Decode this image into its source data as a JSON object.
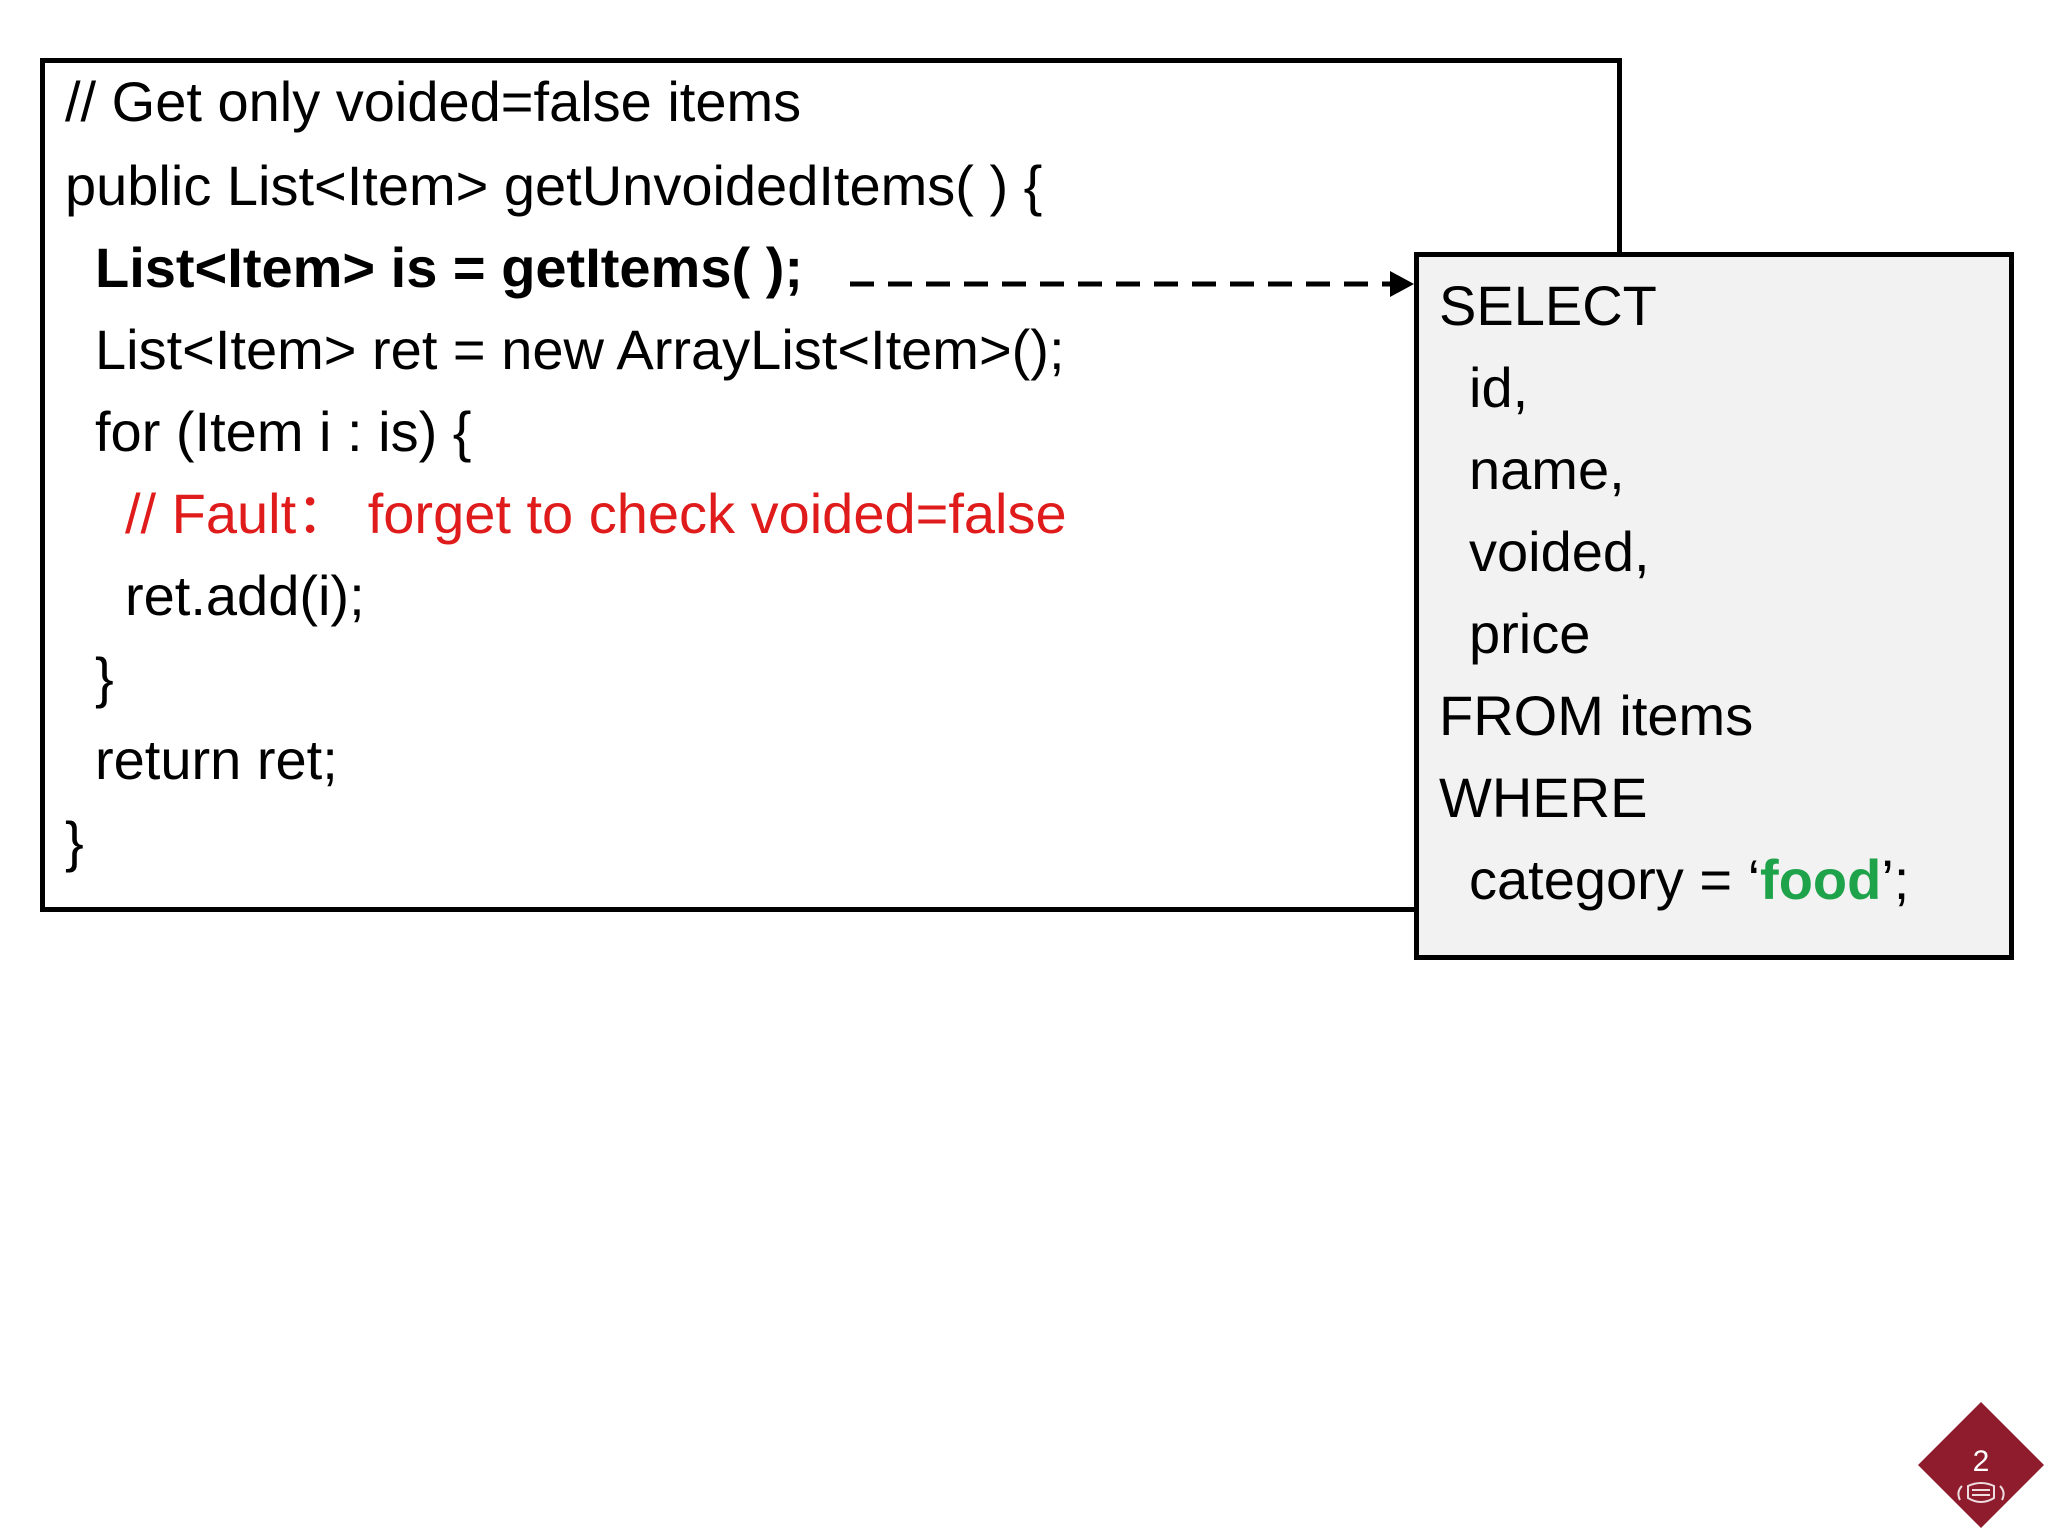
{
  "code": {
    "lines": [
      "// Get only voided=false items",
      "public List<Item> getUnvoidedItems( ) {",
      "List<Item> is = getItems( );",
      "List<Item> ret = new ArrayList<Item>();",
      "for (Item i : is) {",
      "// Fault： forget to check voided=false",
      "ret.add(i);",
      "}",
      "return ret;",
      "}"
    ]
  },
  "sql": {
    "lines": [
      "SELECT",
      "id,",
      "name,",
      "voided,",
      "price",
      "FROM items",
      "WHERE"
    ],
    "where_prefix": "category = ‘",
    "where_value": "food",
    "where_suffix": "’;"
  },
  "slide": {
    "page_number": "2"
  },
  "colors": {
    "fault": "#e01b1b",
    "sql_value": "#1ea34a",
    "sql_box_background": "#f2f2f2",
    "logo": "#8e1c2d"
  }
}
